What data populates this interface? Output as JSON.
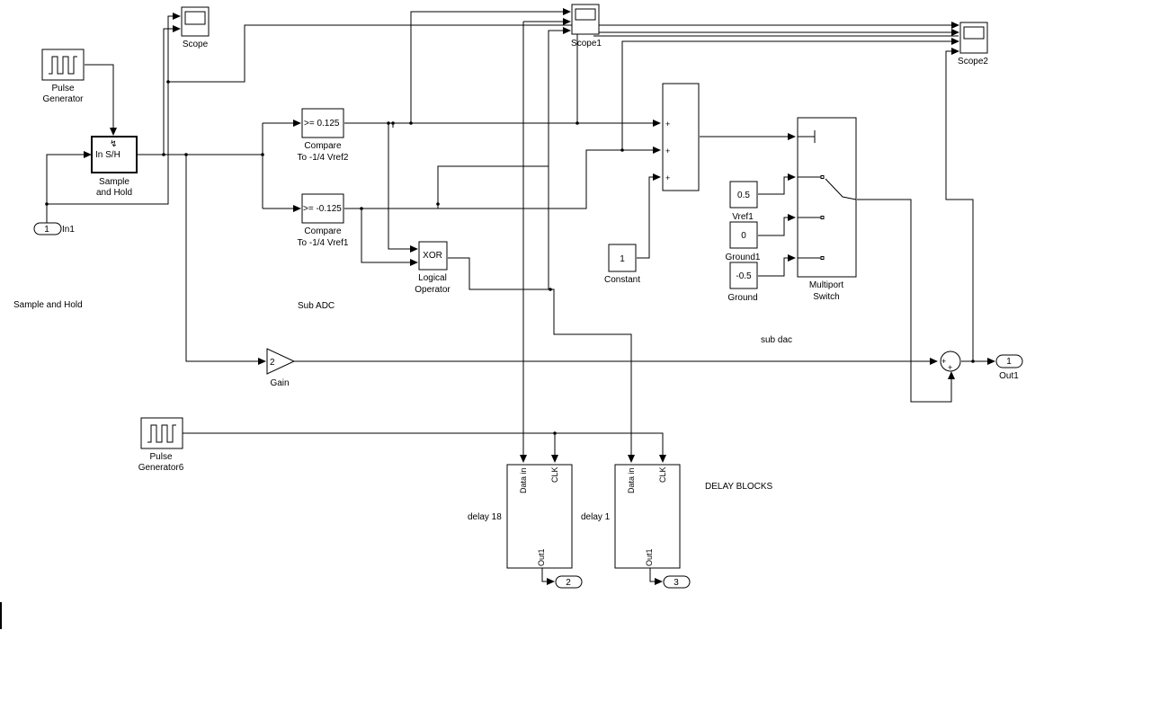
{
  "blocks": {
    "pulse_generator": {
      "name_l1": "Pulse",
      "name_l2": "Generator"
    },
    "pulse_generator6": {
      "name_l1": "Pulse",
      "name_l2": "Generator6"
    },
    "sample_hold": {
      "glyph": "In  S/H",
      "name_l1": "Sample",
      "name_l2": "and Hold"
    },
    "in1": {
      "port_num": "1",
      "name": "In1"
    },
    "scope": {
      "name": "Scope"
    },
    "scope1": {
      "name": "Scope1"
    },
    "scope2": {
      "name": "Scope2"
    },
    "compare_pos": {
      "glyph": ">= 0.125",
      "name_l1": "Compare",
      "name_l2": "To -1/4 Vref2"
    },
    "compare_neg": {
      "glyph": ">= -0.125",
      "name_l1": "Compare",
      "name_l2": "To -1/4 Vref1"
    },
    "xor": {
      "glyph": "XOR",
      "name_l1": "Logical",
      "name_l2": "Operator"
    },
    "sum_block": {
      "signs": [
        "+",
        "+",
        "+"
      ]
    },
    "constant": {
      "value": "1",
      "name": "Constant"
    },
    "vref1": {
      "value": "0.5",
      "name": "Vref1"
    },
    "ground1": {
      "value": "0",
      "name": "Ground1"
    },
    "ground": {
      "value": "-0.5",
      "name": "Ground"
    },
    "multiport_switch": {
      "name_l1": "Multiport",
      "name_l2": "Switch"
    },
    "gain": {
      "value": "2",
      "name": "Gain"
    },
    "sum2": {
      "signs": [
        "+",
        "+"
      ]
    },
    "out1": {
      "port_num": "1",
      "name": "Out1"
    },
    "delay18": {
      "in_port": "Data in",
      "clk_port": "CLK",
      "out_port": "Out1",
      "name": "delay 18",
      "out_num": "2"
    },
    "delay1": {
      "in_port": "Data in",
      "clk_port": "CLK",
      "out_port": "Out1",
      "name": "delay 1",
      "out_num": "3"
    }
  },
  "annotations": {
    "sample_and_hold": "Sample and Hold",
    "sub_adc": "Sub ADC",
    "sub_dac": "sub dac",
    "delay_blocks": "DELAY BLOCKS"
  }
}
